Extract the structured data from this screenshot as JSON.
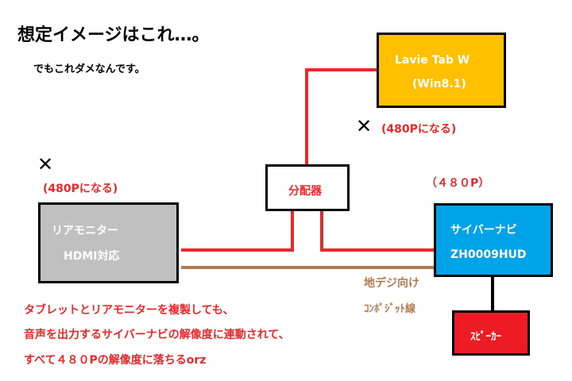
{
  "title": "想定イメージはこれ…。",
  "subtitle": "でもこれダメなんです。",
  "nodes": {
    "tablet": {
      "line1": "Lavie Tab W",
      "line2": "(Win8.1)",
      "color": "#ffc000"
    },
    "splitter": {
      "label": "分配器",
      "color": "#ffffff"
    },
    "rear_monitor": {
      "line1": "リアモニター",
      "line2": "HDMI対応",
      "color": "#c0c0c0"
    },
    "navi": {
      "line1": "サイバーナビ",
      "line2": "ZH0009HUD",
      "color": "#00a2e8"
    },
    "speaker": {
      "label": "ｽﾋﾟｰｶｰ",
      "color": "#ed1c24"
    }
  },
  "marks": {
    "tablet_x": "✕",
    "tablet_status": "(480Pになる)",
    "monitor_x": "✕",
    "monitor_status": "(480Pになる)",
    "navi_status": "（４８０P）"
  },
  "cable_labels": {
    "line1": "地デジ向け",
    "line2": "ｺﾝﾎﾟｼﾞｯﾄ線"
  },
  "notes": [
    "タブレットとリアモニターを複製しても、",
    "音声を出力するサイバーナビの解像度に連動されて、",
    "すべて４８０Pの解像度に落ちるorz"
  ],
  "colors": {
    "hdmi_line": "#e8282a",
    "composite_line": "#b07b4e",
    "speaker_line": "#000000"
  }
}
